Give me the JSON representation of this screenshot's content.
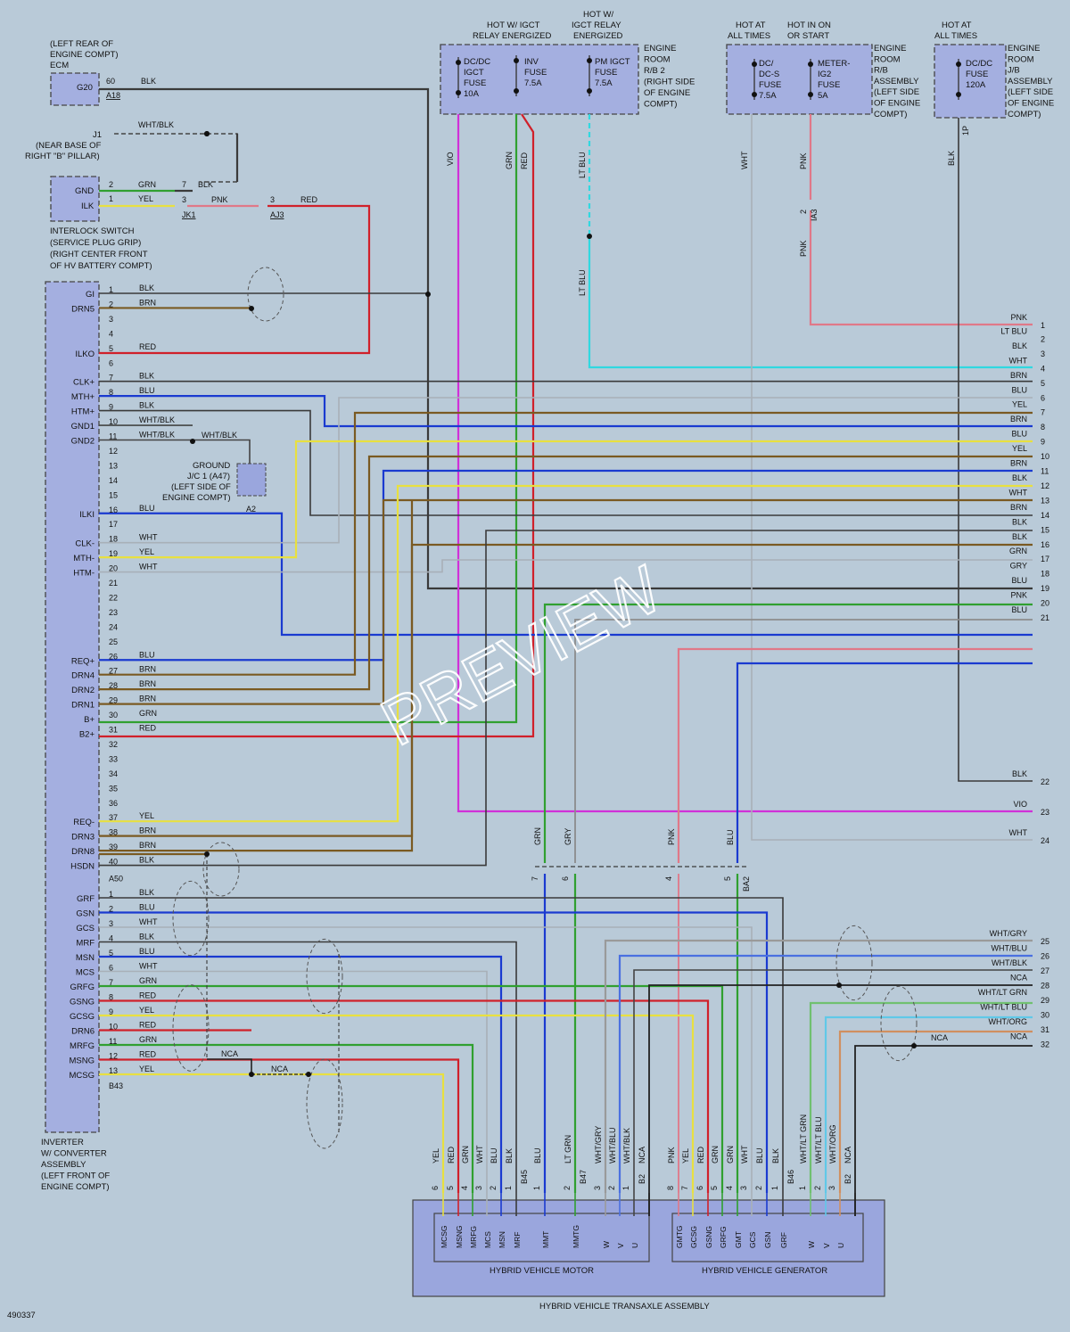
{
  "diagram_id": "490337",
  "watermark": "PREVIEW",
  "colors": {
    "BLK": "#3a3a3a",
    "BRN": "#7a5a22",
    "RED": "#d0202a",
    "GRN": "#30a030",
    "YEL": "#e8e040",
    "BLU": "#1a3ad0",
    "WHT": "#a8b0b8",
    "PNK": "#e07888",
    "VIO": "#d030d8",
    "LTBLU": "#30d8e0",
    "GRY": "#8c8c8c",
    "WHTBLK": "#444444",
    "WHTGRY": "#9a9a9a",
    "WHTBLU": "#4a70e0",
    "WHTORG": "#d09060",
    "WHTLTBLU": "#60c8e8",
    "WHTLTGRN": "#70c070",
    "NCA": "#222222"
  },
  "ecm": {
    "title": [
      "(LEFT REAR OF",
      "ENGINE COMPT)",
      "ECM"
    ],
    "pin_name": "G20",
    "pin": "60",
    "wire": "BLK",
    "connector": "A18"
  },
  "j1": {
    "name": "J1",
    "note": [
      "(NEAR BASE OF",
      "RIGHT \"B\" PILLAR)"
    ],
    "wire": "WHT/BLK"
  },
  "interlock": {
    "title": [
      "INTERLOCK SWITCH",
      "(SERVICE PLUG GRIP)",
      "(RIGHT CENTER FRONT",
      "OF HV BATTERY COMPT)"
    ],
    "pins": [
      {
        "name": "GND",
        "num": "2",
        "wire": "GRN"
      },
      {
        "name": "ILK",
        "num": "1",
        "wire": "YEL"
      }
    ],
    "jk1": {
      "name": "JK1",
      "pins": [
        "7",
        "3"
      ],
      "wires": [
        "BLK",
        "PNK"
      ]
    },
    "aj3": {
      "name": "AJ3",
      "pin": "3",
      "wire": "RED"
    }
  },
  "relays": {
    "igct_energized": "HOT W/ IGCT RELAY ENERGIZED",
    "igct_energized2": [
      "HOT W/",
      "IGCT RELAY",
      "ENERGIZED"
    ],
    "rb2_fuses": [
      [
        "DC/DC",
        "IGCT",
        "FUSE",
        "10A"
      ],
      [
        "INV",
        "FUSE",
        "7.5A"
      ],
      [
        "PM IGCT",
        "FUSE",
        "7.5A"
      ]
    ],
    "rb2_label": [
      "ENGINE",
      "ROOM",
      "R/B 2",
      "(RIGHT SIDE",
      "OF ENGINE",
      "COMPT)"
    ],
    "all_times": [
      "HOT AT",
      "ALL TIMES"
    ],
    "on_start": [
      "HOT IN ON",
      "OR START"
    ],
    "rb_fuses": [
      [
        "DC/",
        "DC-S",
        "FUSE",
        "7.5A"
      ],
      [
        "METER-",
        "IG2",
        "FUSE",
        "5A"
      ]
    ],
    "rb_label": [
      "ENGINE",
      "ROOM",
      "R/B",
      "ASSEMBLY",
      "(LEFT SIDE",
      "OF ENGINE",
      "COMPT)"
    ],
    "all_times2": [
      "HOT AT",
      "ALL TIMES"
    ],
    "jb_fuse": [
      "DC/DC",
      "FUSE",
      "120A"
    ],
    "jb_label": [
      "ENGINE",
      "ROOM",
      "J/B",
      "ASSEMBLY",
      "(LEFT SIDE",
      "OF ENGINE",
      "COMPT)"
    ],
    "jb_conn": "1P",
    "ia3": "IA3",
    "ia3_pin": "2"
  },
  "vertical_wire_labels": {
    "vio": "VIO",
    "grn": "GRN",
    "red": "RED",
    "ltblu1": "LT BLU",
    "ltblu2": "LT BLU",
    "wht": "WHT",
    "pnk1": "PNK",
    "pnk2": "PNK",
    "blk": "BLK"
  },
  "ground_jc": {
    "title": [
      "GROUND",
      "J/C 1 (A47)",
      "(LEFT SIDE OF",
      "ENGINE COMPT)"
    ],
    "pin": "A2",
    "wire": "WHT/BLK"
  },
  "inverter": {
    "title": [
      "INVERTER",
      "W/ CONVERTER",
      "ASSEMBLY",
      "(LEFT FRONT OF",
      "ENGINE COMPT)"
    ],
    "connectors": [
      "A50",
      "B43"
    ],
    "a50_pins": [
      {
        "n": "1",
        "name": "GI",
        "wire": "BLK"
      },
      {
        "n": "2",
        "name": "DRN5",
        "wire": "BRN"
      },
      {
        "n": "3",
        "name": "",
        "wire": ""
      },
      {
        "n": "4",
        "name": "",
        "wire": ""
      },
      {
        "n": "5",
        "name": "",
        "wire": "RED"
      },
      {
        "n": "6",
        "name": "",
        "wire": ""
      },
      {
        "n": "7",
        "name": "CLK+",
        "wire": "BLK"
      },
      {
        "n": "8",
        "name": "MTH+",
        "wire": "BLU"
      },
      {
        "n": "9",
        "name": "HTM+",
        "wire": "BLK"
      },
      {
        "n": "10",
        "name": "GND1",
        "wire": "WHT/BLK"
      },
      {
        "n": "11",
        "name": "GND2",
        "wire": "WHT/BLK"
      },
      {
        "n": "12",
        "name": "",
        "wire": ""
      },
      {
        "n": "13",
        "name": "",
        "wire": ""
      },
      {
        "n": "14",
        "name": "",
        "wire": ""
      },
      {
        "n": "15",
        "name": "",
        "wire": ""
      },
      {
        "n": "16",
        "name": "ILKI",
        "wire": "BLU"
      },
      {
        "n": "17",
        "name": "",
        "wire": ""
      },
      {
        "n": "18",
        "name": "CLK-",
        "wire": "WHT"
      },
      {
        "n": "19",
        "name": "MTH-",
        "wire": "YEL"
      },
      {
        "n": "20",
        "name": "HTM-",
        "wire": "WHT"
      },
      {
        "n": "21",
        "name": "",
        "wire": ""
      },
      {
        "n": "22",
        "name": "",
        "wire": ""
      },
      {
        "n": "23",
        "name": "",
        "wire": ""
      },
      {
        "n": "24",
        "name": "",
        "wire": ""
      },
      {
        "n": "25",
        "name": "",
        "wire": ""
      },
      {
        "n": "26",
        "name": "REQ+",
        "wire": "BLU"
      },
      {
        "n": "27",
        "name": "DRN4",
        "wire": "BRN"
      },
      {
        "n": "28",
        "name": "DRN2",
        "wire": "BRN"
      },
      {
        "n": "29",
        "name": "DRN1",
        "wire": "BRN"
      },
      {
        "n": "30",
        "name": "B+",
        "wire": "GRN"
      },
      {
        "n": "31",
        "name": "B2+",
        "wire": "RED"
      },
      {
        "n": "32",
        "name": "",
        "wire": ""
      },
      {
        "n": "33",
        "name": "",
        "wire": ""
      },
      {
        "n": "34",
        "name": "",
        "wire": ""
      },
      {
        "n": "35",
        "name": "",
        "wire": ""
      },
      {
        "n": "36",
        "name": "",
        "wire": ""
      },
      {
        "n": "37",
        "name": "REQ-",
        "wire": "YEL"
      },
      {
        "n": "38",
        "name": "DRN3",
        "wire": "BRN"
      },
      {
        "n": "39",
        "name": "DRN8",
        "wire": "BRN"
      },
      {
        "n": "40",
        "name": "HSDN",
        "wire": "BLK"
      }
    ],
    "ilko_name": "ILKO",
    "b43_pins": [
      {
        "n": "1",
        "name": "GRF",
        "wire": "BLK"
      },
      {
        "n": "2",
        "name": "GSN",
        "wire": "BLU"
      },
      {
        "n": "3",
        "name": "GCS",
        "wire": "WHT"
      },
      {
        "n": "4",
        "name": "MRF",
        "wire": "BLK"
      },
      {
        "n": "5",
        "name": "MSN",
        "wire": "BLU"
      },
      {
        "n": "6",
        "name": "MCS",
        "wire": "WHT"
      },
      {
        "n": "7",
        "name": "GRFG",
        "wire": "GRN"
      },
      {
        "n": "8",
        "name": "GSNG",
        "wire": "RED"
      },
      {
        "n": "9",
        "name": "GCSG",
        "wire": "YEL"
      },
      {
        "n": "10",
        "name": "DRN6",
        "wire": "RED"
      },
      {
        "n": "11",
        "name": "MRFG",
        "wire": "GRN"
      },
      {
        "n": "12",
        "name": "MSNG",
        "wire": "RED"
      },
      {
        "n": "13",
        "name": "MCSG",
        "wire": "YEL"
      }
    ],
    "nca": "NCA"
  },
  "right_terminals": [
    {
      "n": "1",
      "wire": "PNK"
    },
    {
      "n": "2",
      "wire": "LT BLU"
    },
    {
      "n": "3",
      "wire": "BLK"
    },
    {
      "n": "4",
      "wire": "WHT"
    },
    {
      "n": "5",
      "wire": "BRN"
    },
    {
      "n": "6",
      "wire": "BLU"
    },
    {
      "n": "7",
      "wire": "YEL"
    },
    {
      "n": "8",
      "wire": "BRN"
    },
    {
      "n": "9",
      "wire": "BLU"
    },
    {
      "n": "10",
      "wire": "YEL"
    },
    {
      "n": "11",
      "wire": "BRN"
    },
    {
      "n": "12",
      "wire": "BLK"
    },
    {
      "n": "13",
      "wire": "WHT"
    },
    {
      "n": "14",
      "wire": "BRN"
    },
    {
      "n": "15",
      "wire": "BLK"
    },
    {
      "n": "16",
      "wire": "BLK"
    },
    {
      "n": "17",
      "wire": "GRN"
    },
    {
      "n": "18",
      "wire": "GRY"
    },
    {
      "n": "19",
      "wire": "BLU"
    },
    {
      "n": "20",
      "wire": "PNK"
    },
    {
      "n": "21",
      "wire": "BLU"
    },
    {
      "n": "22",
      "wire": "BLK"
    },
    {
      "n": "23",
      "wire": "VIO"
    },
    {
      "n": "24",
      "wire": "WHT"
    },
    {
      "n": "25",
      "wire": "WHT/GRY"
    },
    {
      "n": "26",
      "wire": "WHT/BLU"
    },
    {
      "n": "27",
      "wire": "WHT/BLK"
    },
    {
      "n": "28",
      "wire": "NCA"
    },
    {
      "n": "29",
      "wire": "WHT/LT GRN"
    },
    {
      "n": "30",
      "wire": "WHT/LT BLU"
    },
    {
      "n": "31",
      "wire": "WHT/ORG"
    },
    {
      "n": "32",
      "wire": "NCA"
    }
  ],
  "ba2": {
    "name": "BA2",
    "pins": [
      {
        "n": "7",
        "wire": "GRN"
      },
      {
        "n": "6",
        "wire": "GRY"
      },
      {
        "n": "4",
        "wire": "PNK"
      },
      {
        "n": "5",
        "wire": "BLU"
      }
    ]
  },
  "motor": {
    "title": "HYBRID VEHICLE MOTOR",
    "connectors": [
      "B45",
      "B47",
      "B2"
    ],
    "pins": [
      {
        "n": "6",
        "name": "MCSG",
        "wire": "YEL"
      },
      {
        "n": "5",
        "name": "MSNG",
        "wire": "RED"
      },
      {
        "n": "4",
        "name": "MRFG",
        "wire": "GRN"
      },
      {
        "n": "3",
        "name": "MCS",
        "wire": "WHT"
      },
      {
        "n": "2",
        "name": "MSN",
        "wire": "BLU"
      },
      {
        "n": "1",
        "name": "MRF",
        "wire": "BLK"
      },
      {
        "n": "1",
        "name": "MMT",
        "wire": "BLU"
      },
      {
        "n": "2",
        "name": "MMTG",
        "wire": "LT GRN"
      },
      {
        "n": "3",
        "name": "W",
        "wire": "WHT/GRY"
      },
      {
        "n": "2",
        "name": "V",
        "wire": "WHT/BLU"
      },
      {
        "n": "1",
        "name": "U",
        "wire": "WHT/BLK"
      },
      {
        "n": "",
        "name": "",
        "wire": "NCA"
      }
    ]
  },
  "generator": {
    "title": "HYBRID VEHICLE GENERATOR",
    "connectors": [
      "B46",
      "B2"
    ],
    "pins": [
      {
        "n": "8",
        "name": "GMTG",
        "wire": "PNK"
      },
      {
        "n": "7",
        "name": "GCSG",
        "wire": "YEL"
      },
      {
        "n": "6",
        "name": "GSNG",
        "wire": "RED"
      },
      {
        "n": "5",
        "name": "GRFG",
        "wire": "GRN"
      },
      {
        "n": "4",
        "name": "GMT",
        "wire": "GRN"
      },
      {
        "n": "3",
        "name": "GCS",
        "wire": "WHT"
      },
      {
        "n": "2",
        "name": "GSN",
        "wire": "BLU"
      },
      {
        "n": "1",
        "name": "GRF",
        "wire": "BLK"
      },
      {
        "n": "1",
        "name": "W",
        "wire": "WHT/LT GRN"
      },
      {
        "n": "2",
        "name": "V",
        "wire": "WHT/LT BLU"
      },
      {
        "n": "3",
        "name": "U",
        "wire": "WHT/ORG"
      },
      {
        "n": "",
        "name": "",
        "wire": "NCA"
      }
    ]
  },
  "transaxle_title": "HYBRID VEHICLE TRANSAXLE ASSEMBLY"
}
